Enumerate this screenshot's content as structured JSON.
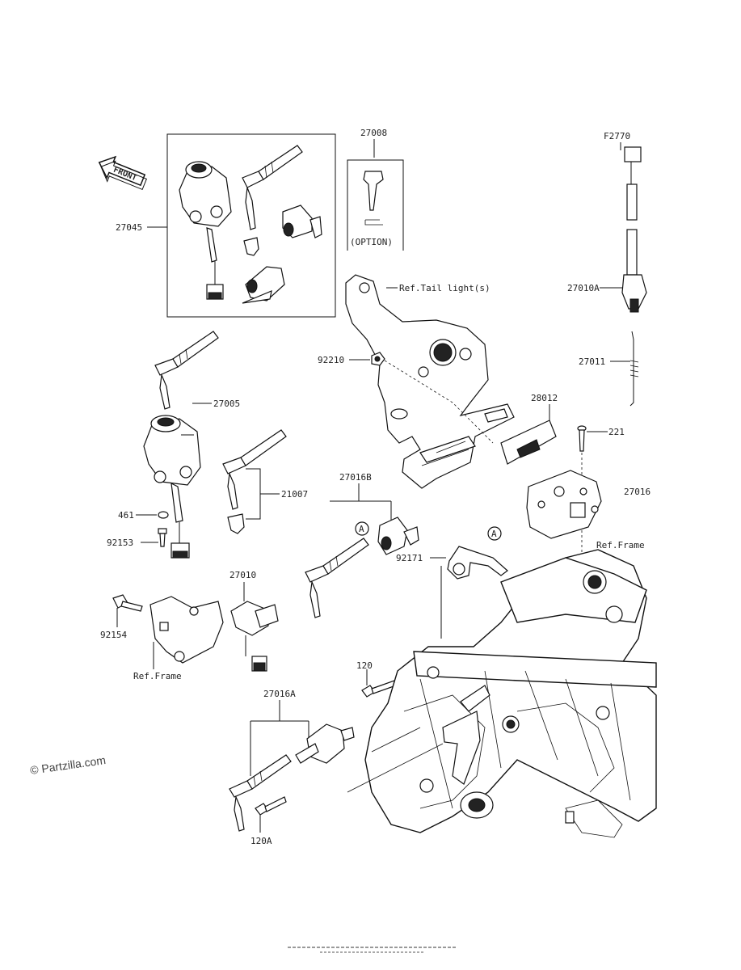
{
  "front_badge": "FRONT",
  "watermark": "© Partzilla.com",
  "labels": {
    "p27045": "27045",
    "p27008": "27008",
    "opt": "(OPTION)",
    "f2770": "F2770",
    "p27010A": "27010A",
    "p27011": "27011",
    "ref_tail": "Ref.Tail light(s)",
    "p92210": "92210",
    "p27005": "27005",
    "p28012": "28012",
    "p221": "221",
    "p27016": "27016",
    "p21007": "21007",
    "p27016B": "27016B",
    "p461": "461",
    "p92153": "92153",
    "marker_a1": "A",
    "marker_a2": "A",
    "p92171": "92171",
    "ref_frame_right": "Ref.Frame",
    "p27010": "27010",
    "p92154": "92154",
    "ref_frame_left": "Ref.Frame",
    "p120": "120",
    "p27016A": "27016A",
    "p120A": "120A"
  },
  "icons": {
    "front_arrow": "front-arrow-icon"
  }
}
